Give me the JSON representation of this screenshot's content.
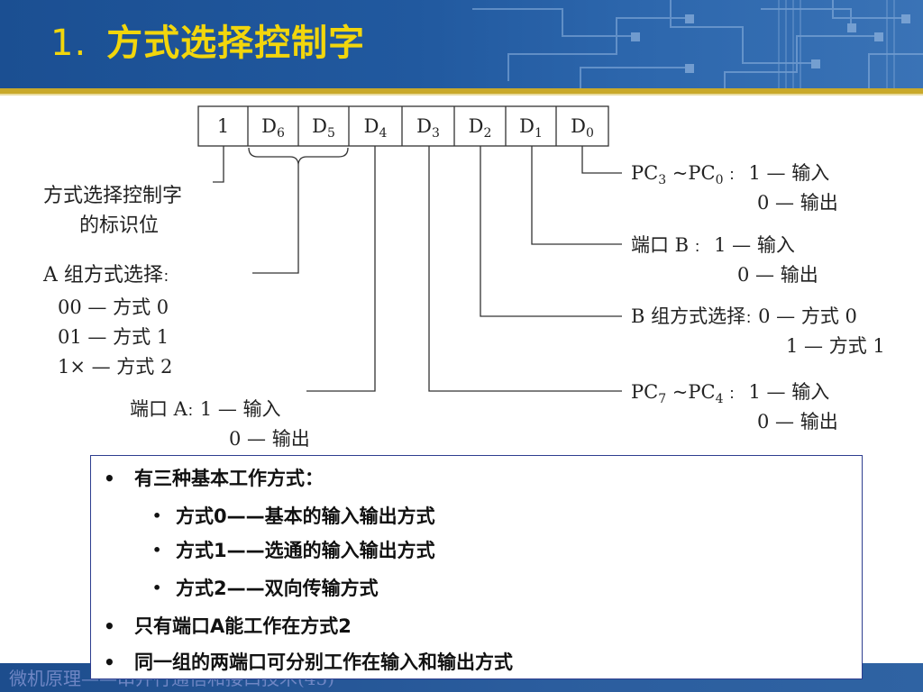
{
  "header": {
    "number": "1.",
    "title": "方式选择控制字"
  },
  "register": {
    "cells": [
      {
        "main": "1",
        "sub": ""
      },
      {
        "main": "D",
        "sub": "6"
      },
      {
        "main": "D",
        "sub": "5"
      },
      {
        "main": "D",
        "sub": "4"
      },
      {
        "main": "D",
        "sub": "3"
      },
      {
        "main": "D",
        "sub": "2"
      },
      {
        "main": "D",
        "sub": "1"
      },
      {
        "main": "D",
        "sub": "0"
      }
    ]
  },
  "labels": {
    "flag_line1": "方式选择控制字",
    "flag_line2": "的标识位",
    "group_a_title": "A 组方式选择",
    "group_a_colon": "：",
    "group_a_opt1": "00 — 方式 0",
    "group_a_opt2": "01 — 方式 1",
    "group_a_opt3": "1× — 方式 2",
    "port_a_title": "端口 A",
    "port_a_colon": "：",
    "port_a_opt1": "1 — 输入",
    "port_a_opt2": "0 — 输出",
    "pc_low_a": "PC",
    "pc_low_a_sub": "3",
    "pc_low_b": " ~PC",
    "pc_low_b_sub": "0",
    "pc_low_colon": "：",
    "pc_low_opt1": "1 — 输入",
    "pc_low_opt2": "0 — 输出",
    "port_b_title": "端口 B",
    "port_b_colon": "：",
    "port_b_opt1": "1 — 输入",
    "port_b_opt2": "0 — 输出",
    "group_b_title": "B 组方式选择",
    "group_b_colon": "：",
    "group_b_opt1": "0 — 方式 0",
    "group_b_opt2": "1 — 方式 1",
    "pc_high_a": "PC",
    "pc_high_a_sub": "7",
    "pc_high_b": " ~PC",
    "pc_high_b_sub": "4",
    "pc_high_colon": "：",
    "pc_high_opt1": "1 — 输入",
    "pc_high_opt2": "0 — 输出"
  },
  "bullets": {
    "bullet_char": "•",
    "item1": "有三种基本工作方式：",
    "sub1": "方式0——基本的输入输出方式",
    "sub2": "方式1——选通的输入输出方式",
    "sub3": "方式2——双向传输方式",
    "item2": "只有端口A能工作在方式2",
    "item3": "同一组的两端口可分别工作在输入和输出方式"
  },
  "footer": {
    "text": "微机原理——串并行通信和接口技术(45)"
  },
  "colors": {
    "title": "#f2d60c",
    "banner": "#21599f",
    "gold_rule": "#c9a92a",
    "bullet_border": "#2e3e8f"
  }
}
